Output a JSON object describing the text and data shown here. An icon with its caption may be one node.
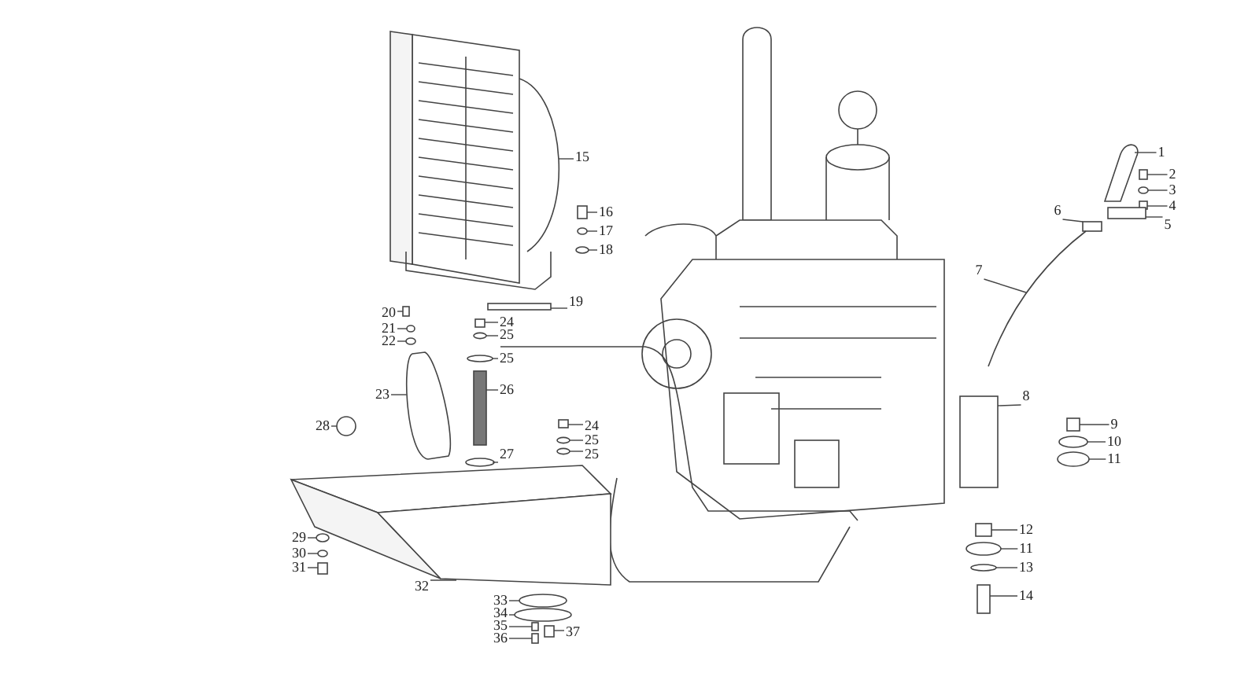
{
  "diagram": {
    "nodes": [
      {
        "text": [
          "1"
        ]
      },
      {
        "text": [
          "2"
        ]
      },
      {
        "text": [
          "3"
        ]
      },
      {
        "text": [
          "4"
        ]
      },
      {
        "text": [
          "5"
        ]
      },
      {
        "text": [
          "6"
        ]
      },
      {
        "text": [
          "7"
        ]
      },
      {
        "text": [
          "8"
        ]
      },
      {
        "text": [
          "9"
        ]
      },
      {
        "text": [
          "10"
        ]
      },
      {
        "text": [
          "11"
        ]
      },
      {
        "text": [
          "12"
        ]
      },
      {
        "text": [
          "11"
        ]
      },
      {
        "text": [
          "13"
        ]
      },
      {
        "text": [
          "14"
        ]
      },
      {
        "text": [
          "15"
        ]
      },
      {
        "text": [
          "16"
        ]
      },
      {
        "text": [
          "17"
        ]
      },
      {
        "text": [
          "18"
        ]
      },
      {
        "text": [
          "19"
        ]
      },
      {
        "text": [
          "20"
        ]
      },
      {
        "text": [
          "21"
        ]
      },
      {
        "text": [
          "22"
        ]
      },
      {
        "text": [
          "23"
        ]
      },
      {
        "text": [
          "24"
        ]
      },
      {
        "text": [
          "25"
        ]
      },
      {
        "text": [
          "25"
        ]
      },
      {
        "text": [
          "26"
        ]
      },
      {
        "text": [
          "28"
        ]
      },
      {
        "text": [
          "27"
        ]
      },
      {
        "text": [
          "24"
        ]
      },
      {
        "text": [
          "25"
        ]
      },
      {
        "text": [
          "25"
        ]
      },
      {
        "text": [
          "29"
        ]
      },
      {
        "text": [
          "30"
        ]
      },
      {
        "text": [
          "31"
        ]
      },
      {
        "text": [
          "32"
        ]
      },
      {
        "text": [
          "33"
        ]
      },
      {
        "text": [
          "34"
        ]
      },
      {
        "text": [
          "35"
        ]
      },
      {
        "text": [
          "36"
        ]
      },
      {
        "text": [
          "37"
        ]
      },
      {
        "text": [],
        "shape": "picture"
      },
      {
        "text": [],
        "shape": "box"
      },
      {
        "text": [],
        "shape": "circle"
      },
      {
        "text": [],
        "shape": "box"
      },
      {
        "text": [],
        "shape": "box"
      },
      {
        "text": [],
        "shape": "box"
      },
      {
        "text": [],
        "shape": "picture"
      },
      {
        "text": [],
        "shape": "box"
      },
      {
        "text": [],
        "shape": "box"
      },
      {
        "text": [],
        "shape": "circle"
      },
      {
        "text": [],
        "shape": "circle"
      },
      {
        "text": [],
        "shape": "box"
      },
      {
        "text": [],
        "shape": "circle"
      },
      {
        "text": [],
        "shape": "circle"
      },
      {
        "text": [],
        "shape": "box"
      },
      {
        "text": [],
        "shape": "picture"
      },
      {
        "text": [],
        "shape": "box"
      },
      {
        "text": [],
        "shape": "circle"
      },
      {
        "text": [],
        "shape": "circle"
      },
      {
        "text": [],
        "shape": "box"
      },
      {
        "text": [],
        "shape": "box"
      },
      {
        "text": [],
        "shape": "circle"
      },
      {
        "text": [],
        "shape": "circle"
      },
      {
        "text": [],
        "shape": "picture"
      },
      {
        "text": [],
        "shape": "box"
      },
      {
        "text": [],
        "shape": "circle"
      },
      {
        "text": [],
        "shape": "circle"
      },
      {
        "text": [],
        "shape": "box"
      },
      {
        "text": [],
        "shape": "circle"
      },
      {
        "text": [],
        "shape": "circle"
      },
      {
        "text": [],
        "shape": "box"
      },
      {
        "text": [],
        "shape": "circle"
      },
      {
        "text": [],
        "shape": "circle"
      },
      {
        "text": [],
        "shape": "circle"
      },
      {
        "text": [],
        "shape": "circle"
      },
      {
        "text": [],
        "shape": "box"
      },
      {
        "text": [],
        "shape": "picture"
      },
      {
        "text": [],
        "shape": "circle"
      },
      {
        "text": [],
        "shape": "circle"
      },
      {
        "text": [],
        "shape": "box"
      },
      {
        "text": [],
        "shape": "box"
      },
      {
        "text": [],
        "shape": "box"
      }
    ],
    "edges": [
      {
        "from": 0,
        "to": 42,
        "arrow": "none"
      },
      {
        "from": 1,
        "to": 43,
        "arrow": "none"
      },
      {
        "from": 2,
        "to": 44,
        "arrow": "none"
      },
      {
        "from": 3,
        "to": 45,
        "arrow": "none"
      },
      {
        "from": 4,
        "to": 46,
        "arrow": "none"
      },
      {
        "from": 5,
        "to": 47,
        "arrow": "none"
      },
      {
        "from": 6,
        "to": 48,
        "arrow": "none"
      },
      {
        "from": 7,
        "to": 49,
        "arrow": "none"
      },
      {
        "from": 8,
        "to": 50,
        "arrow": "none"
      },
      {
        "from": 9,
        "to": 51,
        "arrow": "none"
      },
      {
        "from": 10,
        "to": 52,
        "arrow": "none"
      },
      {
        "from": 11,
        "to": 53,
        "arrow": "none"
      },
      {
        "from": 12,
        "to": 54,
        "arrow": "none"
      },
      {
        "from": 13,
        "to": 55,
        "arrow": "none"
      },
      {
        "from": 14,
        "to": 56,
        "arrow": "none"
      },
      {
        "from": 15,
        "to": 57,
        "arrow": "none"
      },
      {
        "from": 16,
        "to": 58,
        "arrow": "none"
      },
      {
        "from": 17,
        "to": 59,
        "arrow": "none"
      },
      {
        "from": 18,
        "to": 60,
        "arrow": "none"
      },
      {
        "from": 19,
        "to": 61,
        "arrow": "none"
      },
      {
        "from": 20,
        "to": 62,
        "arrow": "none"
      },
      {
        "from": 21,
        "to": 63,
        "arrow": "none"
      },
      {
        "from": 22,
        "to": 64,
        "arrow": "none"
      },
      {
        "from": 23,
        "to": 65,
        "arrow": "none"
      },
      {
        "from": 24,
        "to": 66,
        "arrow": "none"
      },
      {
        "from": 25,
        "to": 67,
        "arrow": "none"
      },
      {
        "from": 26,
        "to": 68,
        "arrow": "none"
      },
      {
        "from": 27,
        "to": 69,
        "arrow": "none"
      },
      {
        "from": 28,
        "to": 70,
        "arrow": "none"
      },
      {
        "from": 29,
        "to": 71,
        "arrow": "none"
      },
      {
        "from": 30,
        "to": 72,
        "arrow": "none"
      },
      {
        "from": 31,
        "to": 73,
        "arrow": "none"
      },
      {
        "from": 32,
        "to": 74,
        "arrow": "none"
      },
      {
        "from": 33,
        "to": 75,
        "arrow": "none"
      },
      {
        "from": 34,
        "to": 76,
        "arrow": "none"
      },
      {
        "from": 35,
        "to": 77,
        "arrow": "none"
      },
      {
        "from": 36,
        "to": 78,
        "arrow": "none"
      },
      {
        "from": 37,
        "to": 79,
        "arrow": "none"
      },
      {
        "from": 38,
        "to": 80,
        "arrow": "none"
      },
      {
        "from": 39,
        "to": 81,
        "arrow": "none"
      },
      {
        "from": 40,
        "to": 82,
        "arrow": "none"
      },
      {
        "from": 41,
        "to": 83,
        "arrow": "none"
      }
    ]
  }
}
